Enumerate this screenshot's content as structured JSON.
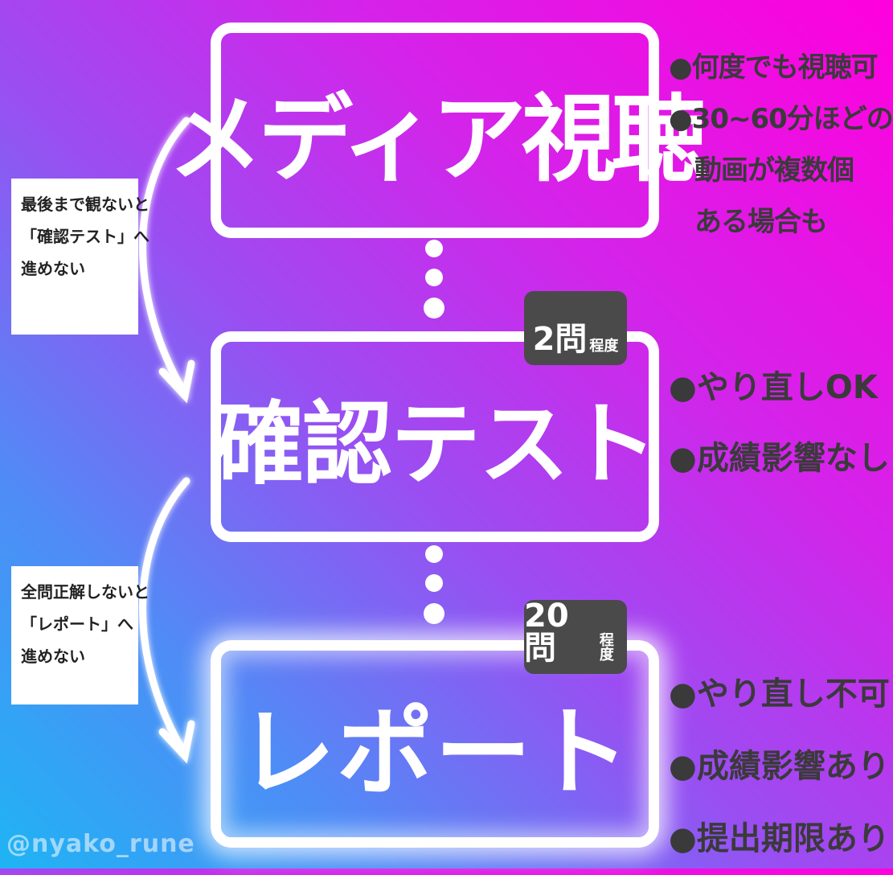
{
  "steps": [
    {
      "title": "メディア視聴"
    },
    {
      "title": "確認テスト",
      "tag_main": "2問",
      "tag_small": "程度"
    },
    {
      "title": "レポート",
      "tag_main": "20問",
      "tag_small": "程度"
    }
  ],
  "notes": [
    {
      "lines": [
        "最後まで観ないと",
        "「確認テスト」へ",
        "進めない"
      ]
    },
    {
      "lines": [
        "全問正解しないと",
        "「レポート」へ",
        "進めない"
      ]
    }
  ],
  "bullet_symbol": "●",
  "bullets": [
    [
      "何度でも視聴可",
      "30~60分ほどの",
      "動画が複数個",
      "ある場合も"
    ],
    [
      "やり直しOK",
      "成績影響なし"
    ],
    [
      "やり直し不可",
      "成績影響あり",
      "提出期限あり"
    ]
  ],
  "watermark": "@nyako_rune",
  "colors": {
    "gradient_start": "#1fb4f4",
    "gradient_end": "#ff00dd",
    "box_border": "#ffffff",
    "tag_background": "#4a4a4a",
    "bullet_text": "#3a3a3a"
  }
}
